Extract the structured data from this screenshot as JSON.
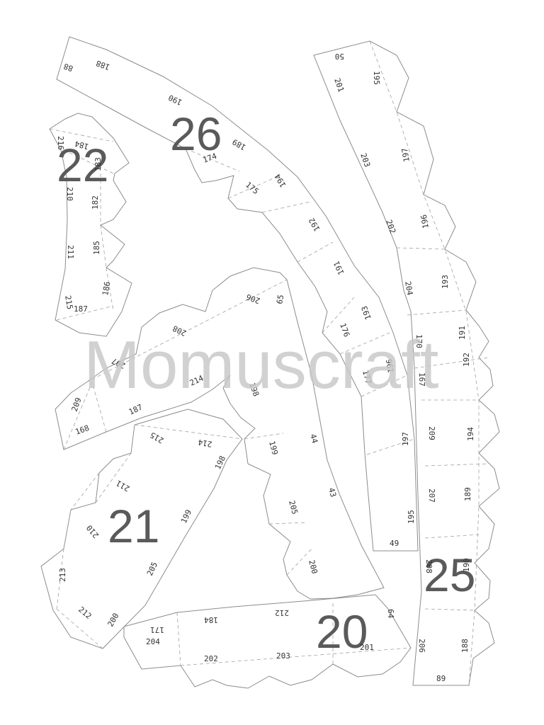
{
  "watermark": "Momuscraft",
  "parts": [
    {
      "number": "26",
      "edges": [
        "88",
        "188",
        "190",
        "189",
        "174",
        "175",
        "194",
        "192",
        "191",
        "193",
        "176",
        "177",
        "196",
        "197",
        "195",
        "49"
      ]
    },
    {
      "number": "22",
      "edges": [
        "216",
        "184",
        "183",
        "210",
        "182",
        "211",
        "185",
        "215",
        "187",
        "186"
      ]
    },
    {
      "number": "25",
      "edges": [
        "50",
        "195",
        "201",
        "203",
        "197",
        "202",
        "196",
        "204",
        "193",
        "170",
        "191",
        "167",
        "192",
        "209",
        "194",
        "207",
        "189",
        "208",
        "190",
        "206",
        "188",
        "89"
      ]
    },
    {
      "number": "21",
      "edges": [
        "215",
        "214",
        "198",
        "211",
        "210",
        "199",
        "213",
        "205",
        "212",
        "200"
      ]
    },
    {
      "number": "20",
      "edges": [
        "171",
        "184",
        "212",
        "204",
        "202",
        "203",
        "201",
        "64"
      ]
    },
    {
      "number": "",
      "edges": [
        "206",
        "65",
        "208",
        "207",
        "214",
        "187",
        "209",
        "168",
        "198",
        "199",
        "44",
        "205",
        "43",
        "200"
      ]
    }
  ]
}
